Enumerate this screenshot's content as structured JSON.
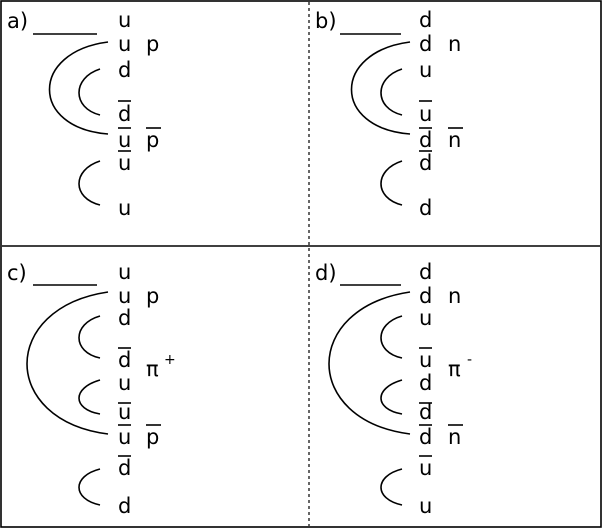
{
  "panels": {
    "a": {
      "label": "a)",
      "quarks": [
        {
          "text": "u",
          "bar": false
        },
        {
          "text": "u",
          "bar": false
        },
        {
          "text": "d",
          "bar": false
        },
        {
          "text": "d",
          "bar": true
        },
        {
          "text": "u",
          "bar": true
        },
        {
          "text": "u",
          "bar": true
        },
        {
          "text": "u",
          "bar": false
        }
      ],
      "hadrons": [
        {
          "text": "p",
          "bar": false,
          "sup": ""
        },
        {
          "text": "p",
          "bar": true,
          "sup": ""
        }
      ]
    },
    "b": {
      "label": "b)",
      "quarks": [
        {
          "text": "d",
          "bar": false
        },
        {
          "text": "d",
          "bar": false
        },
        {
          "text": "u",
          "bar": false
        },
        {
          "text": "u",
          "bar": true
        },
        {
          "text": "d",
          "bar": true
        },
        {
          "text": "d",
          "bar": true
        },
        {
          "text": "d",
          "bar": false
        }
      ],
      "hadrons": [
        {
          "text": "n",
          "bar": false,
          "sup": ""
        },
        {
          "text": "n",
          "bar": true,
          "sup": ""
        }
      ]
    },
    "c": {
      "label": "c)",
      "quarks": [
        {
          "text": "u",
          "bar": false
        },
        {
          "text": "u",
          "bar": false
        },
        {
          "text": "d",
          "bar": false
        },
        {
          "text": "d",
          "bar": true
        },
        {
          "text": "u",
          "bar": false
        },
        {
          "text": "u",
          "bar": true
        },
        {
          "text": "u",
          "bar": true
        },
        {
          "text": "d",
          "bar": true
        },
        {
          "text": "d",
          "bar": false
        }
      ],
      "hadrons": [
        {
          "text": "p",
          "bar": false,
          "sup": ""
        },
        {
          "text": "π",
          "bar": false,
          "sup": "+"
        },
        {
          "text": "p",
          "bar": true,
          "sup": ""
        }
      ]
    },
    "d": {
      "label": "d)",
      "quarks": [
        {
          "text": "d",
          "bar": false
        },
        {
          "text": "d",
          "bar": false
        },
        {
          "text": "u",
          "bar": false
        },
        {
          "text": "u",
          "bar": true
        },
        {
          "text": "d",
          "bar": false
        },
        {
          "text": "d",
          "bar": true
        },
        {
          "text": "d",
          "bar": true
        },
        {
          "text": "u",
          "bar": true
        },
        {
          "text": "u",
          "bar": false
        }
      ],
      "hadrons": [
        {
          "text": "n",
          "bar": false,
          "sup": ""
        },
        {
          "text": "π",
          "bar": false,
          "sup": "-"
        },
        {
          "text": "n",
          "bar": true,
          "sup": ""
        }
      ]
    }
  }
}
